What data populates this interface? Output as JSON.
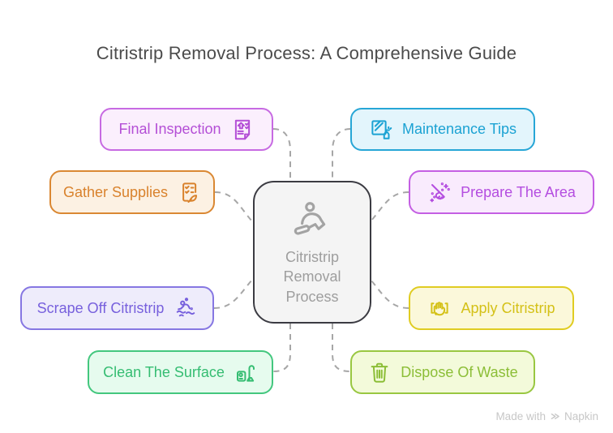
{
  "title": "Citristrip Removal Process: A Comprehensive Guide",
  "center": {
    "lines": [
      "Citristrip",
      "Removal",
      "Process"
    ],
    "icon": "person-scraping-icon",
    "bg": "#f4f4f4",
    "border": "#3b3b42",
    "text": "#9e9e9e",
    "fg": "#a3a3a3"
  },
  "nodes": [
    {
      "id": "final-inspection",
      "label": "Final Inspection",
      "icon": "inspection-report-icon",
      "fg": "#b44fd6",
      "border": "#c76ae2",
      "bg": "#fbeffd"
    },
    {
      "id": "maintenance-tips",
      "label": "Maintenance Tips",
      "icon": "window-spray-icon",
      "fg": "#1ba2d3",
      "border": "#27a6d6",
      "bg": "#e3f5fc"
    },
    {
      "id": "gather-supplies",
      "label": "Gather Supplies",
      "icon": "checklist-pen-icon",
      "fg": "#d9822c",
      "border": "#da8833",
      "bg": "#fcf1e3"
    },
    {
      "id": "prepare-the-area",
      "label": "Prepare The Area",
      "icon": "broom-sparkles-icon",
      "fg": "#b44de0",
      "border": "#c45fe3",
      "bg": "#f9ebfd"
    },
    {
      "id": "scrape-off-citristrip",
      "label": "Scrape Off Citristrip",
      "icon": "scraping-figure-icon",
      "fg": "#7760dd",
      "border": "#8677e2",
      "bg": "#eeecfb"
    },
    {
      "id": "apply-citristrip",
      "label": "Apply Citristrip",
      "icon": "hand-apply-icon",
      "fg": "#d4c117",
      "border": "#e0cc22",
      "bg": "#fbf8da"
    },
    {
      "id": "clean-the-surface",
      "label": "Clean The Surface",
      "icon": "vacuum-icon",
      "fg": "#35bd72",
      "border": "#43c77e",
      "bg": "#e6fbee"
    },
    {
      "id": "dispose-of-waste",
      "label": "Dispose Of Waste",
      "icon": "trash-icon",
      "fg": "#8cbe37",
      "border": "#99c741",
      "bg": "#f3fada"
    }
  ],
  "connector_color": "#a6a6a6",
  "watermark": {
    "prefix": "Made with",
    "brand": "Napkin"
  }
}
